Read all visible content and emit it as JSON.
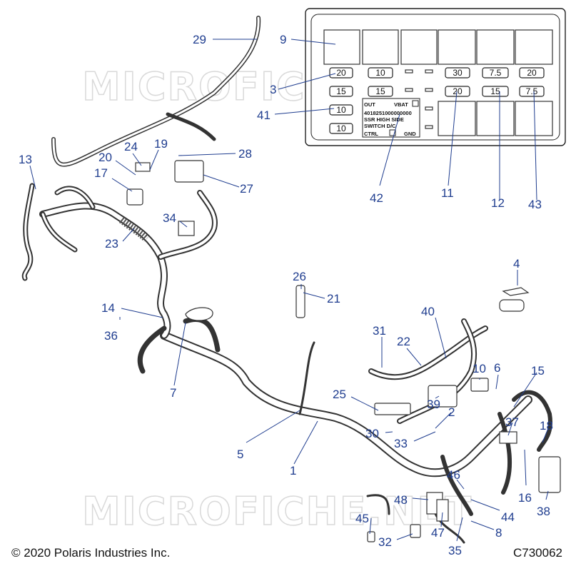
{
  "watermark_text": "MICROFICHE.NET",
  "footer": {
    "copyright": "© 2020 Polaris Industries Inc.",
    "figure_id": "C730062"
  },
  "fuse_box": {
    "fuses": [
      "20",
      "10",
      "30",
      "7.5",
      "20",
      "15",
      "15",
      "20",
      "15",
      "7.5",
      "10",
      "10"
    ],
    "relay_label": {
      "out": "OUT",
      "vbat": "VBAT",
      "part_no": "4018251000000000",
      "line1": "SSR HIGH SIDE",
      "line2": "SWITCH D/C",
      "ctrl": "CTRL",
      "gnd": "GND"
    }
  },
  "callouts": [
    "29",
    "9",
    "3",
    "41",
    "13",
    "24",
    "19",
    "20",
    "17",
    "28",
    "27",
    "34",
    "23",
    "42",
    "11",
    "12",
    "43",
    "26",
    "21",
    "4",
    "14",
    "36",
    "40",
    "31",
    "22",
    "10",
    "6",
    "15",
    "7",
    "25",
    "39",
    "2",
    "30",
    "33",
    "37",
    "18",
    "5",
    "1",
    "16",
    "38",
    "46",
    "48",
    "44",
    "47",
    "8",
    "45",
    "32",
    "35"
  ]
}
